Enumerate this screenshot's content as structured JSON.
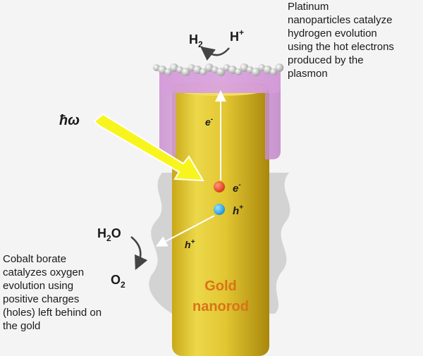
{
  "colors": {
    "gold": "#e8cf3a",
    "gold_dark": "#b99a12",
    "coating": "#d9a6dc",
    "electron": "#e8401c",
    "hole": "#1ea7e6",
    "beam": "#f6f31c",
    "label_gold": "#d9731a"
  },
  "labels": {
    "photon": "ħω",
    "electron_top": "e",
    "electron_top_sup": "-",
    "electron": "e",
    "electron_sup": "-",
    "hole": "h",
    "hole_sup": "+",
    "hole_left": "h",
    "hole_left_sup": "+",
    "h2": "H",
    "h2_sub": "2",
    "hplus": "H",
    "hplus_sup": "+",
    "h2o": "H",
    "h2o_sub": "2",
    "h2o_tail": "O",
    "o2": "O",
    "o2_sub": "2",
    "gold_line1": "Gold",
    "gold_line2": "nanorod"
  },
  "captions": {
    "platinum": [
      "Platinum",
      "nanoparticles catalyze",
      "hydrogen evolution",
      "using the hot electrons",
      "produced by the",
      "plasmon"
    ],
    "cobalt": [
      "Cobalt borate",
      "catalyzes oxygen",
      "evolution using",
      "positive charges",
      "(holes) left behind on",
      "the gold"
    ]
  }
}
